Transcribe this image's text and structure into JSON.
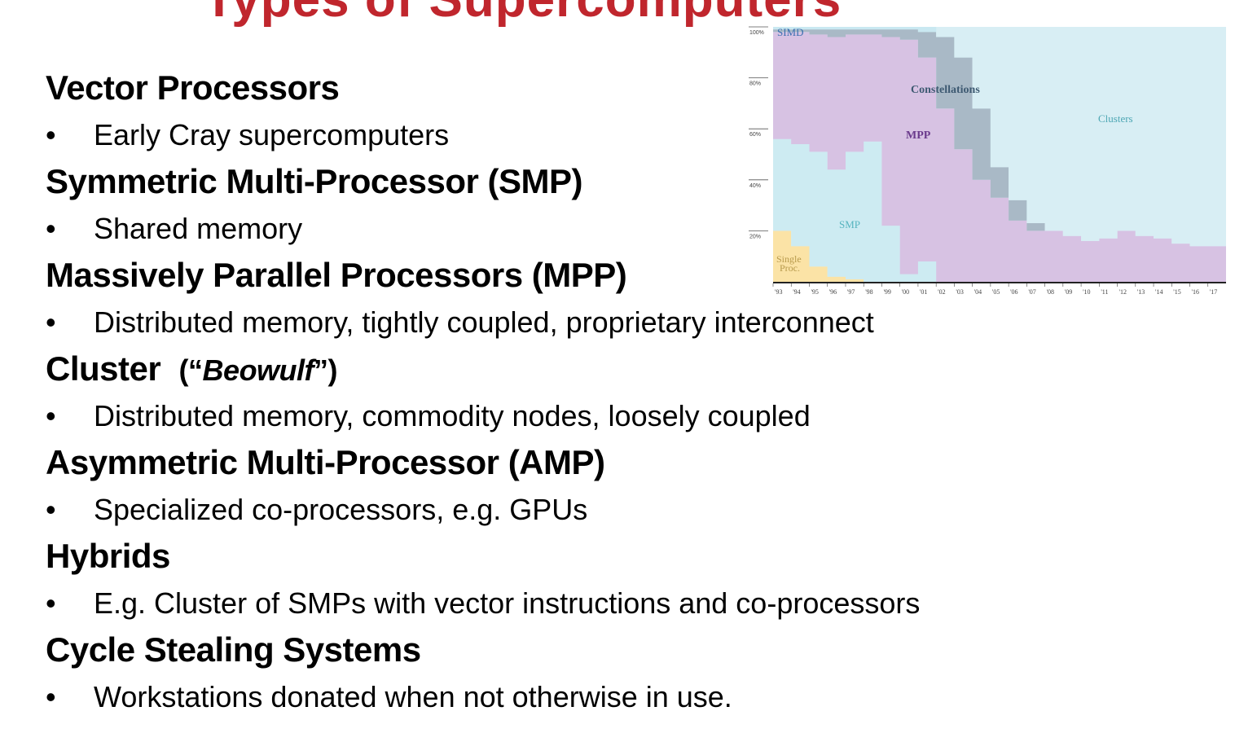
{
  "slide": {
    "title_partial": "Types of Supercomputers",
    "sections": [
      {
        "heading": "Vector Processors",
        "bullet": "Early Cray supercomputers"
      },
      {
        "heading": "Symmetric Multi-Processor (SMP)",
        "bullet": "Shared memory"
      },
      {
        "heading": "Massively Parallel Processors (MPP)",
        "bullet": "Distributed memory, tightly coupled, proprietary interconnect"
      },
      {
        "heading": "Cluster",
        "heading_sub_open": "(“",
        "heading_sub_em": "Beowulf",
        "heading_sub_close": "”)",
        "bullet": "Distributed memory, commodity nodes, loosely coupled"
      },
      {
        "heading": "Asymmetric Multi-Processor (AMP)",
        "bullet": "Specialized co-processors, e.g. GPUs"
      },
      {
        "heading": "Hybrids",
        "bullet": "E.g. Cluster of SMPs with vector instructions and co-processors"
      },
      {
        "heading": "Cycle Stealing Systems",
        "bullet": "Workstations donated when not otherwise in use."
      }
    ],
    "bullet_glyph": "•",
    "title_color": "#c0262d"
  },
  "chart_data": {
    "type": "area",
    "stacked": "percent",
    "x": [
      "'93",
      "'94",
      "'95",
      "'96",
      "'97",
      "'98",
      "'99",
      "'00",
      "'01",
      "'02",
      "'03",
      "'04",
      "'05",
      "'06",
      "'07",
      "'08",
      "'09",
      "'10",
      "'11",
      "'12",
      "'13",
      "'14",
      "'15",
      "'16",
      "'17"
    ],
    "yticks": [
      "100%",
      "80%",
      "60%",
      "40%",
      "20%"
    ],
    "ylim": [
      0,
      100
    ],
    "series": [
      {
        "name": "Single Proc.",
        "color": "#fbe3a6",
        "values": [
          20,
          14,
          6,
          2,
          1,
          0,
          0,
          0,
          0,
          0,
          0,
          0,
          0,
          0,
          0,
          0,
          0,
          0,
          0,
          0,
          0,
          0,
          0,
          0,
          0
        ]
      },
      {
        "name": "SMP",
        "color": "#cdebf2",
        "values": [
          36,
          40,
          45,
          42,
          50,
          55,
          22,
          3,
          8,
          0,
          0,
          0,
          0,
          0,
          0,
          0,
          0,
          0,
          0,
          0,
          0,
          0,
          0,
          0,
          0
        ]
      },
      {
        "name": "MPP",
        "color": "#d7c2e3",
        "values": [
          42,
          44,
          46,
          52,
          46,
          42,
          74,
          92,
          80,
          68,
          52,
          40,
          33,
          24,
          20,
          20,
          18,
          16,
          17,
          20,
          18,
          17,
          15,
          14,
          14
        ]
      },
      {
        "name": "Constellations",
        "color": "#a9b9c6",
        "values": [
          1,
          1,
          2,
          3,
          2,
          2,
          3,
          4,
          10,
          28,
          36,
          28,
          12,
          8,
          3,
          0,
          0,
          0,
          0,
          0,
          0,
          0,
          0,
          0,
          0
        ]
      },
      {
        "name": "Clusters",
        "color": "#d8eef4",
        "values": [
          0,
          0,
          0,
          0,
          0,
          0,
          0,
          0,
          0,
          4,
          12,
          32,
          55,
          68,
          77,
          80,
          82,
          84,
          83,
          80,
          82,
          83,
          85,
          86,
          86
        ]
      },
      {
        "name": "SIMD",
        "color": "#c9e8f1",
        "values": [
          1,
          1,
          1,
          1,
          1,
          1,
          1,
          1,
          2,
          0,
          0,
          0,
          0,
          0,
          0,
          0,
          0,
          0,
          0,
          0,
          0,
          0,
          0,
          0,
          0
        ]
      }
    ],
    "labels": [
      {
        "text": "SIMD",
        "color": "#3a6fb0"
      },
      {
        "text": "Constellations",
        "color": "#3e5a72"
      },
      {
        "text": "Clusters",
        "color": "#4ea7b4"
      },
      {
        "text": "MPP",
        "color": "#6a3a8c"
      },
      {
        "text": "SMP",
        "color": "#58b5c0"
      },
      {
        "text": "Single",
        "color": "#b89a4c"
      },
      {
        "text": "Proc.",
        "color": "#b89a4c"
      }
    ]
  }
}
